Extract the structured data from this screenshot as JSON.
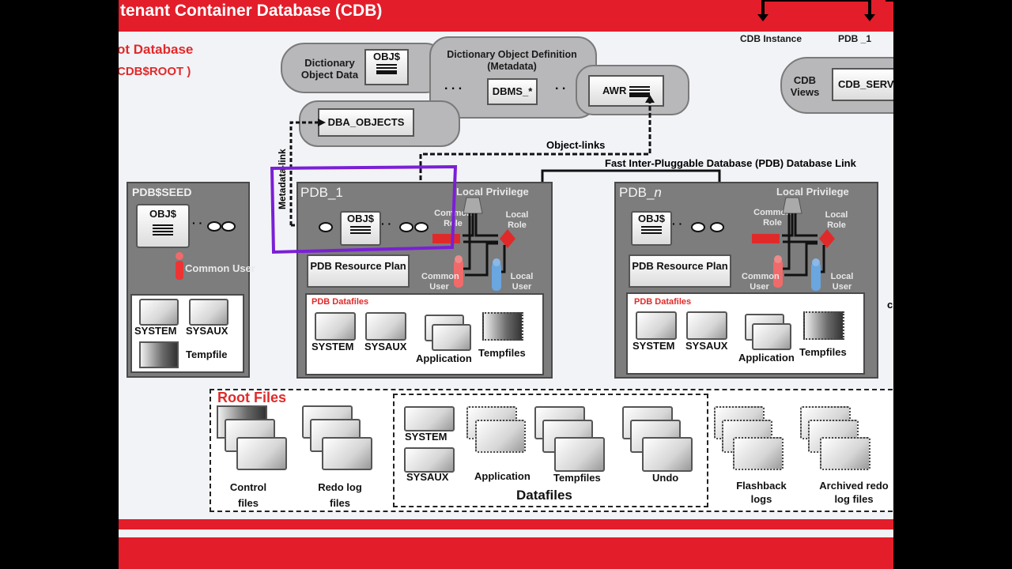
{
  "header": {
    "title": "tenant Container Database (CDB)",
    "instances": [
      "CDB Instance",
      "PDB _1"
    ]
  },
  "root": {
    "title": "ot Database",
    "subtitle": "CDB$ROOT )",
    "dictionary_object_data": "Dictionary Object Data",
    "obj_label": "OBJ$",
    "dictionary_object_definition": "Dictionary Object Definition (Metadata)",
    "dbms": "DBMS_*",
    "awr": "AWR",
    "dba_objects": "DBA_OBJECTS",
    "cdb_views": "CDB Views",
    "cdb_service": "CDB_SERV",
    "ellipsis": ". . ."
  },
  "links": {
    "metadata_link": "Metadata-link",
    "object_links": "Object-links",
    "fast_inter_pdb_link": "Fast Inter-Pluggable Database (PDB) Database Link"
  },
  "seed": {
    "name": "PDB$SEED",
    "obj_label": "OBJ$",
    "common_user": "Common User",
    "files": [
      "SYSTEM",
      "SYSAUX",
      "Tempfile"
    ]
  },
  "pdbs": [
    {
      "name": "PDB_1",
      "obj_label": "OBJ$",
      "local_privilege": "Local Privilege",
      "common_role": "Common Role",
      "local_role": "Local Role",
      "common_user": "Common User",
      "local_user": "Local User",
      "resource_plan": "PDB Resource Plan",
      "datafiles_title": "PDB Datafiles",
      "files": [
        "SYSTEM",
        "SYSAUX",
        "Application",
        "Tempfiles"
      ]
    },
    {
      "name": "PDB_",
      "name_suffix": "n",
      "obj_label": "OBJ$",
      "local_privilege": "Local Privilege",
      "common_role": "Common Role",
      "local_role": "Local Role",
      "common_user": "Common User",
      "local_user": "Local User",
      "resource_plan": "PDB Resource Plan",
      "datafiles_title": "PDB Datafiles",
      "files": [
        "SYSTEM",
        "SYSAUX",
        "Application",
        "Tempfiles"
      ]
    }
  ],
  "root_files": {
    "title": "Root Files",
    "control_files": "Control files",
    "redo_log_files": "Redo log files",
    "datafiles_title": "Datafiles",
    "datafiles": [
      "SYSTEM",
      "SYSAUX",
      "Application",
      "Tempfiles",
      "Undo"
    ],
    "flashback_logs": "Flashback logs",
    "archived_redo": "Archived redo log files"
  },
  "annotation": {
    "highlight_color": "#7a1fd6"
  },
  "colors": {
    "brand_red": "#e31d2a",
    "pdb_gray": "#7d7d7d",
    "role_red": "#e02a2a",
    "user_blue": "#5b9bd5"
  }
}
